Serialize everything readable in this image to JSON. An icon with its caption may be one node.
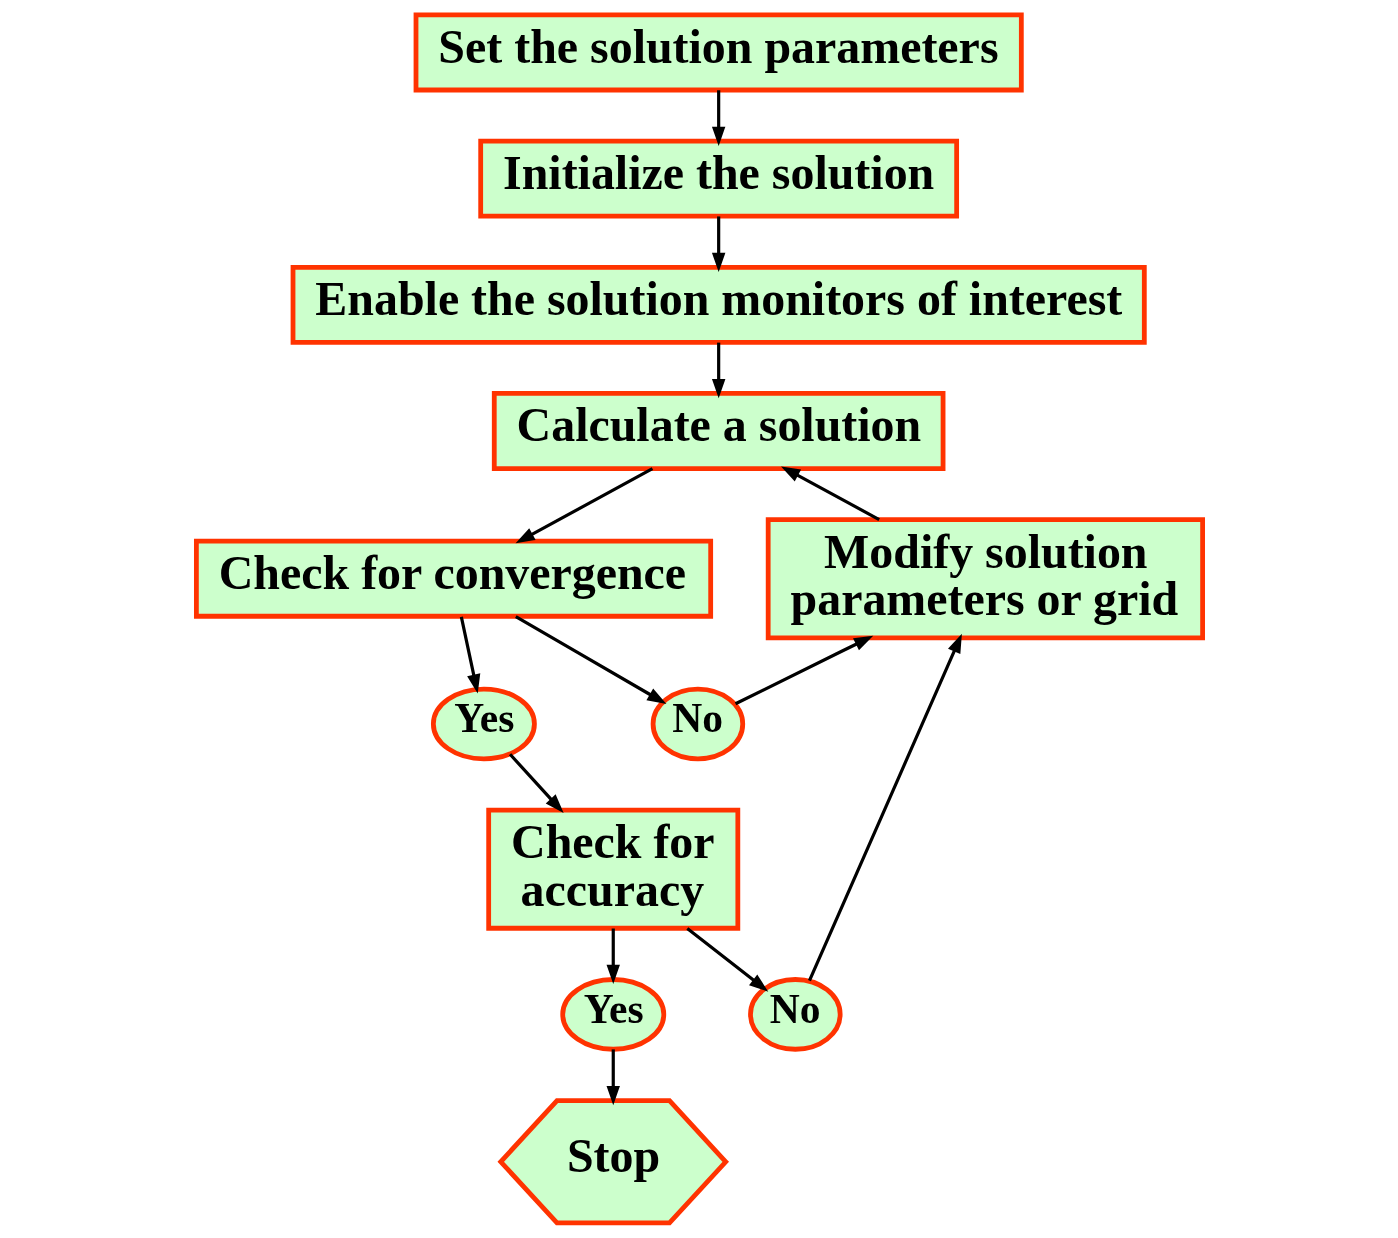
{
  "diagram": {
    "nodes": [
      {
        "text": [
          "Set the solution parameters"
        ]
      },
      {
        "text": [
          "Initialize the solution"
        ]
      },
      {
        "text": [
          "Enable the solution monitors of interest"
        ]
      },
      {
        "text": [
          "Calculate a solution"
        ]
      },
      {
        "text": [
          "Check for convergence"
        ]
      },
      {
        "text": [
          "Modify solution parameters or grid"
        ]
      },
      {
        "text": [
          "Yes"
        ]
      },
      {
        "text": [
          "Check for accuracy"
        ]
      },
      {
        "text": [
          "No"
        ]
      },
      {
        "text": [
          "Yes"
        ]
      },
      {
        "text": [
          "No"
        ]
      },
      {
        "text": [
          "Stop"
        ]
      }
    ],
    "edges": [
      {
        "from": 0,
        "to": 1,
        "arrow": "to"
      },
      {
        "from": 1,
        "to": 2,
        "arrow": "to"
      },
      {
        "from": 2,
        "to": 3,
        "arrow": "to"
      },
      {
        "from": 3,
        "to": 4,
        "arrow": "to"
      },
      {
        "from": 5,
        "to": 3,
        "arrow": "to"
      },
      {
        "from": 4,
        "to": 6,
        "arrow": "to"
      },
      {
        "from": 6,
        "to": 7,
        "arrow": "to"
      },
      {
        "from": 4,
        "to": 8,
        "arrow": "to"
      },
      {
        "from": 8,
        "to": 5,
        "arrow": "to"
      },
      {
        "from": 7,
        "to": 9,
        "arrow": "to"
      },
      {
        "from": 7,
        "to": 10,
        "arrow": "to"
      },
      {
        "from": 10,
        "to": 5,
        "arrow": "to"
      },
      {
        "from": 9,
        "to": 11,
        "arrow": "to"
      }
    ]
  }
}
